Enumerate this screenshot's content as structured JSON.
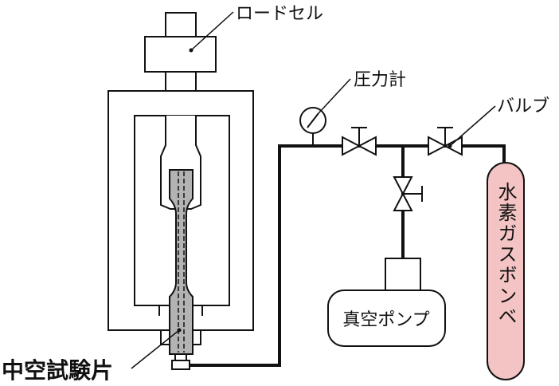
{
  "labels": {
    "load_cell": "ロードセル",
    "pressure_gauge": "圧力計",
    "valve": "バルブ",
    "hollow_specimen": "中空試験片",
    "vacuum_pump": "真空ポンプ",
    "hydrogen_cylinder": "水素ガスボンベ"
  },
  "colors": {
    "line": "#111111",
    "specimen_fill": "#b3b3b3",
    "cylinder_fill": "#f4c4c4",
    "background": "#ffffff"
  }
}
